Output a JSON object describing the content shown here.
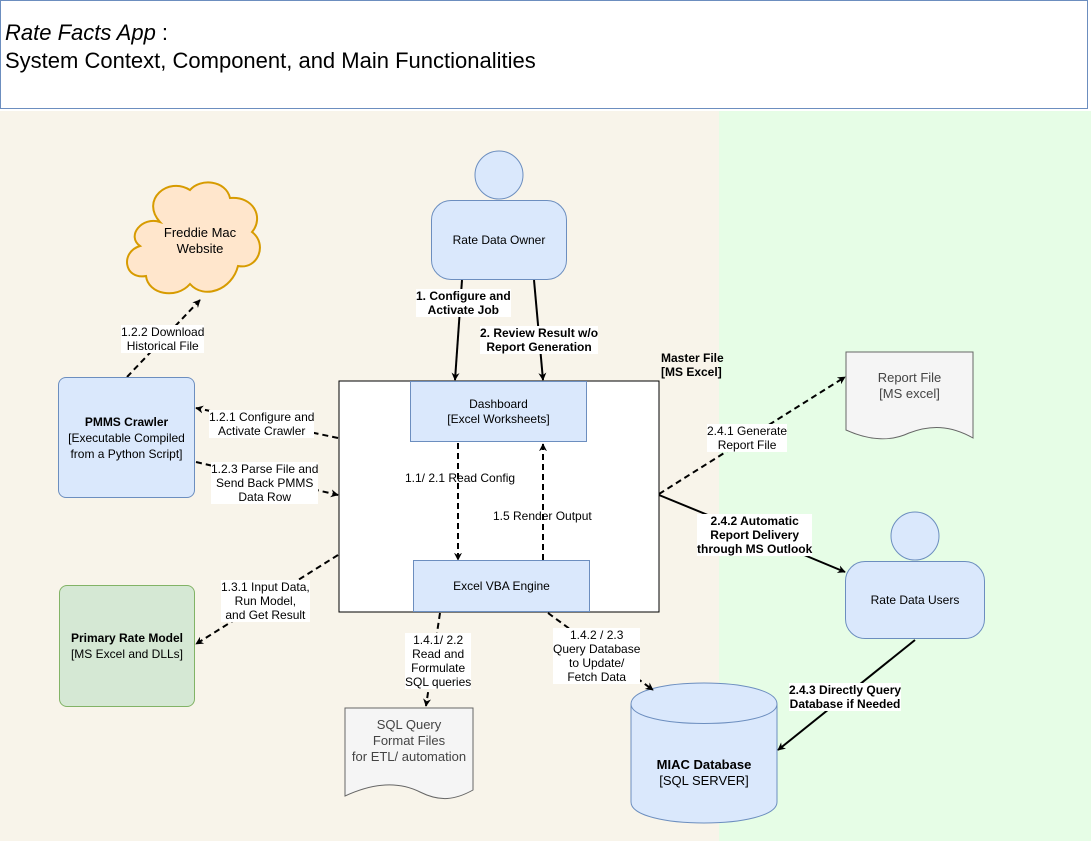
{
  "header": {
    "app_name": "Rate Facts App",
    "title_suffix": " :",
    "subtitle": "System Context, Component, and Main Functionalities"
  },
  "colors": {
    "left_zone_bg": "#f8f4ea",
    "right_zone_bg": "#e6fde6",
    "component_fill": "#dae8fc",
    "component_border": "#6c8ebf",
    "model_fill": "#d5e8d4",
    "model_border": "#82b366",
    "cloud_fill": "#ffe6cc",
    "cloud_border": "#d79b00",
    "document_fill": "#f5f5f5"
  },
  "nodes": {
    "freddie_mac": {
      "line1": "Freddie Mac",
      "line2": "Website",
      "icon": "cloud-shape"
    },
    "rate_data_owner": {
      "label": "Rate Data Owner",
      "icon": "actor-shape"
    },
    "rate_data_users": {
      "label": "Rate Data Users",
      "icon": "actor-shape"
    },
    "master_file": {
      "line1": "Master File",
      "line2": "[MS Excel]"
    },
    "dashboard": {
      "line1": "Dashboard",
      "line2": "[Excel Worksheets]"
    },
    "vba_engine": {
      "label": "Excel VBA Engine"
    },
    "pmms_crawler": {
      "title": "PMMS Crawler",
      "line2": "[Executable Compiled",
      "line3": "from a Python Script]"
    },
    "primary_rate_model": {
      "title": "Primary Rate Model",
      "line2": "[MS Excel and DLLs]"
    },
    "report_file": {
      "line1": "Report File",
      "line2": "[MS excel]",
      "icon": "document-shape"
    },
    "sql_query_files": {
      "line1": "SQL Query",
      "line2": "Format Files",
      "line3": "for ETL/ automation",
      "icon": "document-shape"
    },
    "miac_database": {
      "title": "MIAC Database",
      "line2": "[SQL SERVER]",
      "icon": "cylinder-shape"
    }
  },
  "edges": {
    "e1": {
      "line1": "1. Configure and",
      "line2": "Activate Job"
    },
    "e2": {
      "line1": "2. Review Result w/o",
      "line2": "Report Generation"
    },
    "e121": {
      "line1": "1.2.1 Configure and",
      "line2": "Activate Crawler"
    },
    "e122": {
      "line1": "1.2.2 Download",
      "line2": "Historical File"
    },
    "e123": {
      "line1": "1.2.3 Parse File and",
      "line2": "Send Back PMMS",
      "line3": "Data Row"
    },
    "e11": {
      "label": "1.1/ 2.1 Read Config"
    },
    "e15": {
      "label": "1.5 Render Output"
    },
    "e131": {
      "line1": "1.3.1 Input Data,",
      "line2": "Run Model,",
      "line3": "and Get Result"
    },
    "e141": {
      "line1": "1.4.1/ 2.2",
      "line2": "Read and",
      "line3": "Formulate",
      "line4": "SQL queries"
    },
    "e142": {
      "line1": "1.4.2 / 2.3",
      "line2": "Query Database",
      "line3": "to Update/",
      "line4": "Fetch Data"
    },
    "e241": {
      "line1": "2.4.1 Generate",
      "line2": "Report File"
    },
    "e242": {
      "line1": "2.4.2 Automatic",
      "line2": "Report Delivery",
      "line3": "through MS Outlook"
    },
    "e243": {
      "line1": "2.4.3 Directly Query",
      "line2": "Database if Needed"
    }
  }
}
